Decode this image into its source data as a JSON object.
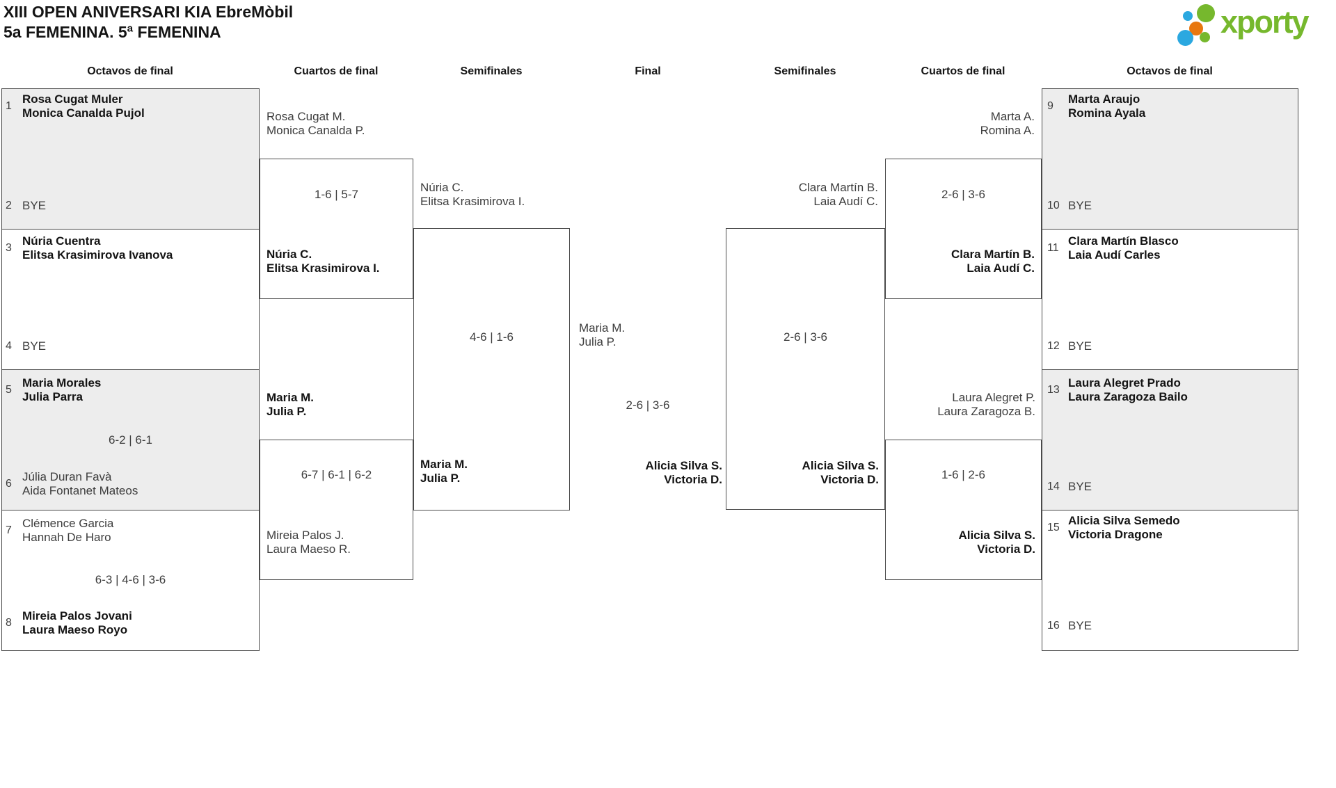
{
  "title": {
    "line1": "XIII OPEN ANIVERSARI KIA EbreMòbil",
    "line2": "5a FEMENINA. 5ª FEMENINA"
  },
  "logo": {
    "text": "xporty",
    "green": "#76b82d",
    "blue": "#2ba8e0",
    "orange": "#e8770f"
  },
  "rounds": {
    "r16_left": "Octavos de final",
    "qf_left": "Cuartos de final",
    "sf_left": "Semifinales",
    "final": "Final",
    "sf_right": "Semifinales",
    "qf_right": "Cuartos de final",
    "r16_right": "Octavos de final"
  },
  "entries": {
    "e1": {
      "num": "1",
      "l1": "Rosa Cugat Muler",
      "l2": "Monica Canalda Pujol"
    },
    "e2": {
      "num": "2",
      "l1": "BYE"
    },
    "e3": {
      "num": "3",
      "l1": "Núria Cuentra",
      "l2": "Elitsa Krasimirova Ivanova"
    },
    "e4": {
      "num": "4",
      "l1": "BYE"
    },
    "e5": {
      "num": "5",
      "l1": "Maria Morales",
      "l2": "Julia Parra"
    },
    "e6": {
      "num": "6",
      "l1": "Júlia Duran Favà",
      "l2": "Aida Fontanet Mateos"
    },
    "e7": {
      "num": "7",
      "l1": "Clémence Garcia",
      "l2": "Hannah De Haro"
    },
    "e8": {
      "num": "8",
      "l1": "Mireia Palos Jovani",
      "l2": "Laura Maeso Royo"
    },
    "e9": {
      "num": "9",
      "l1": "Marta Araujo",
      "l2": "Romina Ayala"
    },
    "e10": {
      "num": "10",
      "l1": "BYE"
    },
    "e11": {
      "num": "11",
      "l1": "Clara Martín Blasco",
      "l2": "Laia Audí Carles"
    },
    "e12": {
      "num": "12",
      "l1": "BYE"
    },
    "e13": {
      "num": "13",
      "l1": "Laura Alegret Prado",
      "l2": "Laura Zaragoza Bailo"
    },
    "e14": {
      "num": "14",
      "l1": "BYE"
    },
    "e15": {
      "num": "15",
      "l1": "Alicia Silva Semedo",
      "l2": "Victoria Dragone"
    },
    "e16": {
      "num": "16",
      "l1": "BYE"
    }
  },
  "r16_scores": {
    "left_5v6": "6-2 | 6-1",
    "left_7v8": "6-3 | 4-6 | 3-6"
  },
  "qf": {
    "left_top": {
      "top1": "Rosa Cugat M.",
      "top2": "Monica Canalda P.",
      "score": "1-6 | 5-7",
      "bot1": "Núria C.",
      "bot2": "Elitsa Krasimirova I."
    },
    "left_bot": {
      "top1": "Maria M.",
      "top2": "Julia P.",
      "score": "6-7 | 6-1 | 6-2",
      "bot1": "Mireia Palos J.",
      "bot2": "Laura Maeso R."
    },
    "right_top": {
      "top1": "Marta A.",
      "top2": "Romina A.",
      "score": "2-6 | 3-6",
      "bot1": "Clara Martín B.",
      "bot2": "Laia Audí C."
    },
    "right_bot": {
      "top1": "Laura Alegret P.",
      "top2": "Laura Zaragoza B.",
      "score": "1-6 | 2-6",
      "bot1": "Alicia Silva S.",
      "bot2": "Victoria D."
    }
  },
  "sf": {
    "left": {
      "top1": "Núria C.",
      "top2": "Elitsa Krasimirova I.",
      "score": "4-6 | 1-6",
      "bot1": "Maria M.",
      "bot2": "Julia P."
    },
    "right": {
      "top1": "Clara Martín B.",
      "top2": "Laia Audí C.",
      "score": "2-6 | 3-6",
      "bot1": "Alicia Silva S.",
      "bot2": "Victoria D."
    }
  },
  "final": {
    "t1l1": "Maria M.",
    "t1l2": "Julia P.",
    "score": "2-6 | 3-6",
    "t2l1": "Alicia Silva S.",
    "t2l2": "Victoria D."
  }
}
